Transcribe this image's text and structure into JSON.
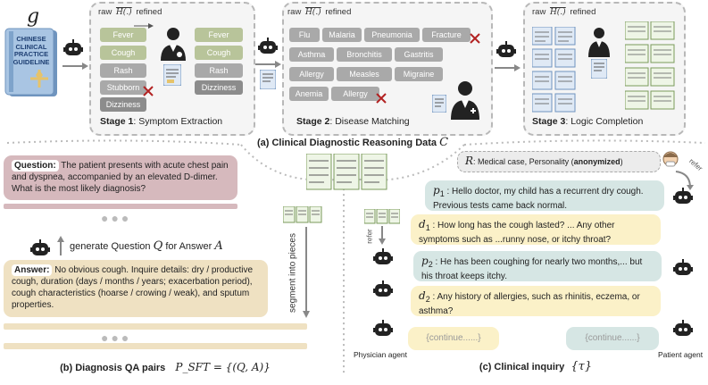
{
  "guideline": {
    "symbol": "g",
    "title_lines": [
      "CHINESE",
      "CLINICAL",
      "PRACTICE",
      "GUIDELINE"
    ]
  },
  "raw_refined": {
    "raw": "raw",
    "func": "H(.)",
    "refined": "refined"
  },
  "stage1": {
    "raw_items": [
      "Fever",
      "Cough",
      "Rash",
      "Stubborn",
      "Dizziness"
    ],
    "refined_items": [
      "Fever",
      "Cough",
      "Rash",
      "Dizziness"
    ],
    "label_bold": "Stage 1",
    "label_rest": ": Symptom Extraction"
  },
  "stage2": {
    "row1": [
      "Flu",
      "Malaria",
      "Pneumonia",
      "Fracture"
    ],
    "row2": [
      "Asthma",
      "Bronchitis",
      "Gastritis"
    ],
    "row3": [
      "Allergy",
      "Measles",
      "Migraine"
    ],
    "row4": [
      "Anemia",
      "Allergy"
    ],
    "label_bold": "Stage 2",
    "label_rest": ": Disease Matching"
  },
  "stage3": {
    "label_bold": "Stage 3",
    "label_rest": ": Logic Completion"
  },
  "caption_a": {
    "text": "(a) Clinical Diagnostic Reasoning Data",
    "symbol": "C"
  },
  "panel_b": {
    "question_tag": "Question:",
    "question_text": "The patient presents with acute chest pain and dyspnea, accompanied by an elevated D-dimer. What is the most likely diagnosis?",
    "generate_text": "generate Question",
    "generate_q": "Q",
    "generate_for": "for Answer",
    "generate_a": "A",
    "answer_tag": "Answer:",
    "answer_text": "No obvious cough. Inquire details: dry / productive cough, duration (days / months / years; exacerbation period), cough characteristics (hoarse / crowing / weak), and sputum properties.",
    "segment_text": "segment into pieces",
    "caption": "(b) Diagnosis QA pairs",
    "caption_formula": "P_SFT = {(Q, A)}"
  },
  "panel_c": {
    "r_symbol": "R",
    "r_text": ": Medical case, Personality (",
    "r_bold": "anonymized",
    "r_end": ")",
    "refer_top": "refer",
    "refer_mid": "refer",
    "p1_label": "p",
    "p1_sub": "1",
    "p1_text": ": Hello doctor, my child has a recurrent dry cough. Previous tests came back normal.",
    "d1_label": "d",
    "d1_sub": "1",
    "d1_text": ": How long has the cough lasted? ... Any other symptoms such as ...runny nose, or itchy throat?",
    "p2_label": "p",
    "p2_sub": "2",
    "p2_text": ": He has been coughing for nearly two months,... but his throat keeps itchy.",
    "d2_label": "d",
    "d2_sub": "2",
    "d2_text": ": Any history of allergies, such as rhinitis, eczema, or asthma?",
    "continue_left": "{continue......}",
    "continue_right": "{continue......}",
    "physician_label": "Physician agent",
    "patient_label": "Patient agent",
    "caption": "(c) Clinical inquiry",
    "caption_symbol": "{τ}"
  },
  "colors": {
    "green_pill": "#b8c49a",
    "gray_pill": "#a9a9a9",
    "question_bg": "#d6b9bd",
    "answer_bg": "#efe1c2",
    "yellow_bubble": "#fbf1c8",
    "teal_bubble": "#d6e6e4",
    "cross": "#b22222",
    "book_blue": "#8fb3d9"
  },
  "icons": [
    "robot-icon",
    "doctor-icon",
    "guideline-book-icon",
    "document-icon",
    "table-icon",
    "patient-avatar-icon",
    "cross-icon",
    "arrow-icon"
  ]
}
